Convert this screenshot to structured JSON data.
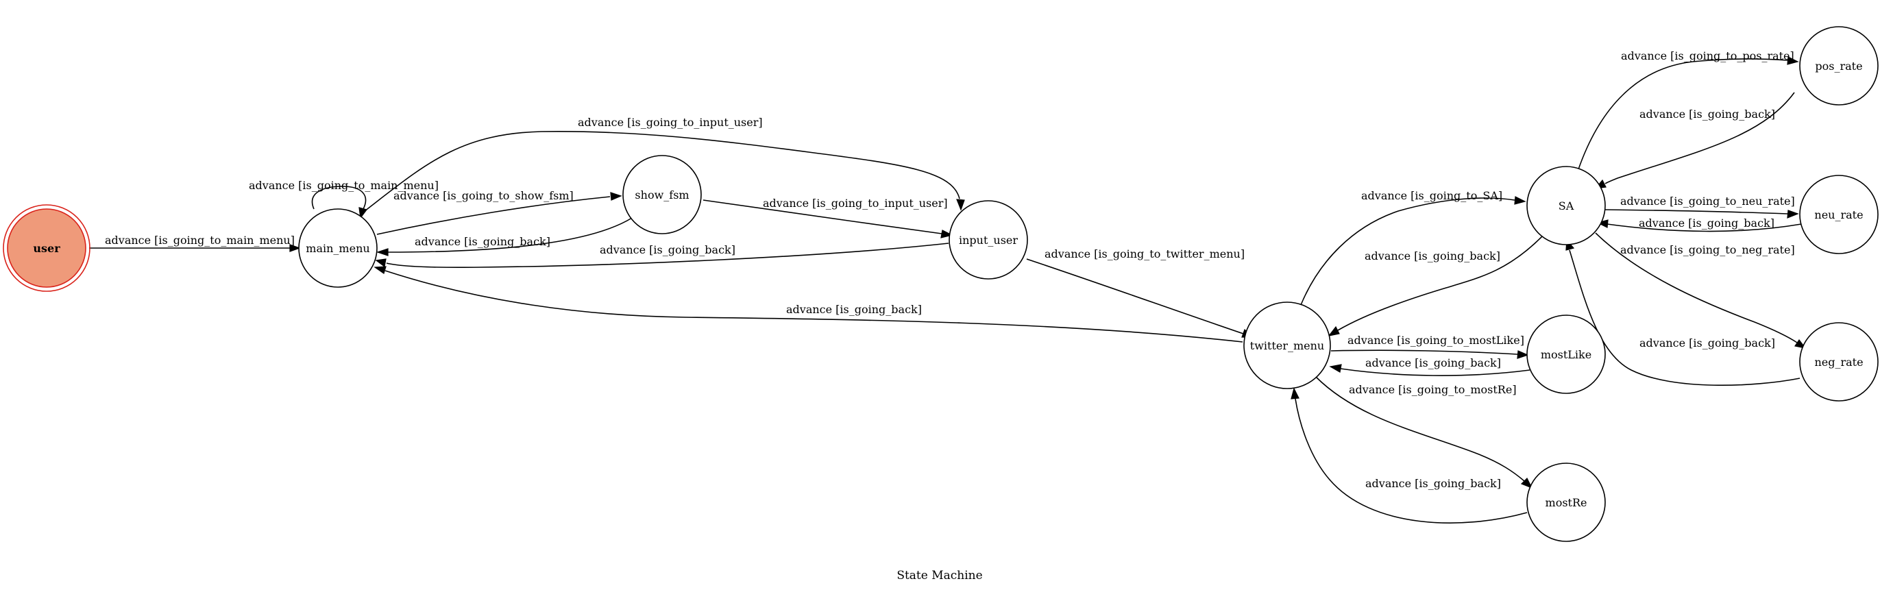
{
  "diagram": {
    "type": "state-machine",
    "caption": "State Machine",
    "colors": {
      "initial_fill": "#ef9a7a",
      "initial_stroke": "#d9221a",
      "stroke": "#000000"
    },
    "nodes": {
      "user": "user",
      "main_menu": "main_menu",
      "show_fsm": "show_fsm",
      "input_user": "input_user",
      "twitter_menu": "twitter_menu",
      "sa": "SA",
      "pos_rate": "pos_rate",
      "neu_rate": "neu_rate",
      "neg_rate": "neg_rate",
      "mostlike": "mostLike",
      "mostre": "mostRe"
    },
    "edges": {
      "user_main": "advance [is_going_to_main_menu]",
      "main_self": "advance [is_going_to_main_menu]",
      "main_show": "advance [is_going_to_show_fsm]",
      "show_main": "advance [is_going_back]",
      "main_input": "advance [is_going_to_input_user]",
      "show_input": "advance [is_going_to_input_user]",
      "input_main": "advance [is_going_back]",
      "input_twitter": "advance [is_going_to_twitter_menu]",
      "twitter_main": "advance [is_going_back]",
      "twitter_sa": "advance [is_going_to_SA]",
      "sa_twitter": "advance [is_going_back]",
      "sa_pos": "advance [is_going_to_pos_rate]",
      "pos_sa": "advance [is_going_back]",
      "sa_neu": "advance [is_going_to_neu_rate]",
      "neu_sa": "advance [is_going_back]",
      "sa_neg": "advance [is_going_to_neg_rate]",
      "neg_sa": "advance [is_going_back]",
      "twitter_mostlike": "advance [is_going_to_mostLike]",
      "mostlike_twitter": "advance [is_going_back]",
      "twitter_mostre": "advance [is_going_to_mostRe]",
      "mostre_twitter": "advance [is_going_back]"
    }
  }
}
